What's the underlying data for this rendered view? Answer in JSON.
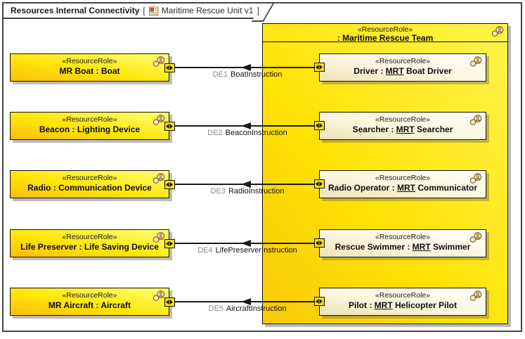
{
  "frame": {
    "title": "Resources Internal Connectivity",
    "bracket_open": "[",
    "bracket_close": "]",
    "diagram_ref": "Maritime Rescue Unit v1"
  },
  "stereotype": "«ResourceRole»",
  "left_resources": [
    {
      "name": "MR Boat : Boat"
    },
    {
      "name": "Beacon : Lighting Device"
    },
    {
      "name": "Radio : Communication Device"
    },
    {
      "name": "Life Preserver : Life Saving Device"
    },
    {
      "name": "MR Aircraft : Aircraft"
    }
  ],
  "team": {
    "stereotype": "«ResourceRole»",
    "name": ": Maritime Rescue Team",
    "members": [
      {
        "name_pre": "Driver : ",
        "name_u": "MRT",
        "name_post": " Boat Driver"
      },
      {
        "name_pre": "Searcher : ",
        "name_u": "MRT",
        "name_post": " Searcher"
      },
      {
        "name_pre": "Radio Operator : ",
        "name_u": "MRT",
        "name_post": " Communicator"
      },
      {
        "name_pre": "Rescue Swimmer : ",
        "name_u": "MRT",
        "name_post": " Swimmer"
      },
      {
        "name_pre": "Pilot : ",
        "name_u": "MRT",
        "name_post": " Helicopter Pilot"
      }
    ]
  },
  "connectors": [
    {
      "id": "DE1",
      "name": "BoatInstruction"
    },
    {
      "id": "DE2",
      "name": "BeaconInstruction"
    },
    {
      "id": "DE3",
      "name": "RadioInstruction"
    },
    {
      "id": "DE4",
      "name": "LifePreserverInstruction"
    },
    {
      "id": "DE5",
      "name": "AircraftInstruction"
    }
  ],
  "colors": {
    "block_yellow": "#ffe609",
    "block_orange": "#fdbd0e",
    "member_cream": "#fcf6dd",
    "port_yellow": "#ffe10a",
    "label_gray": "#8a8a8a",
    "border": "#121212",
    "frame_border": "#454545"
  }
}
